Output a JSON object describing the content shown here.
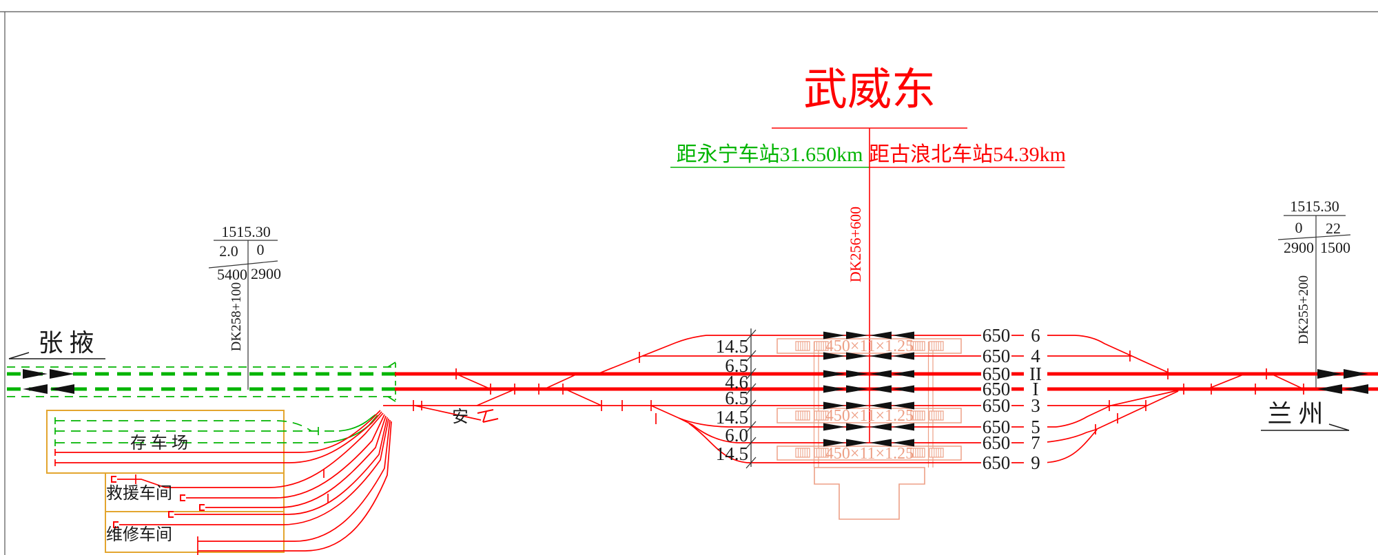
{
  "station": {
    "name": "武威东",
    "center_mileage": "DK256+600",
    "left_distance_label": "距永宁车站31.650km",
    "right_distance_label": "距古浪北车站54.39km"
  },
  "directions": {
    "left": "张 掖",
    "right": "兰 州"
  },
  "mileage_markers": {
    "left": {
      "elevation": "1515.30",
      "grade1": "2.0",
      "grade2": "0",
      "length1": "5400",
      "length2": "2900",
      "mileage": "DK258+100"
    },
    "right": {
      "elevation": "1515.30",
      "grade1": "0",
      "grade2": "22",
      "length1": "2900",
      "length2": "1500",
      "mileage": "DK255+200"
    }
  },
  "track_spacings": [
    "14.5",
    "6.5",
    "4.6",
    "6.5",
    "14.5",
    "6.0",
    "14.5"
  ],
  "tracks": [
    {
      "length": "650",
      "number": "6"
    },
    {
      "length": "650",
      "number": "4"
    },
    {
      "length": "650",
      "number": "II"
    },
    {
      "length": "650",
      "number": "I"
    },
    {
      "length": "650",
      "number": "3"
    },
    {
      "length": "650",
      "number": "5"
    },
    {
      "length": "650",
      "number": "7"
    },
    {
      "length": "650",
      "number": "9"
    }
  ],
  "platforms": {
    "size_label": "450×11×1.25"
  },
  "yard": {
    "storage": "存 车 场",
    "rescue": "救援车间",
    "maintenance": "维修车间"
  },
  "safety_label": "安",
  "colors": {
    "track_red": "#fe0000",
    "future_green": "#00b400",
    "platform_salmon": "#ed9f85",
    "yard_orange": "#e3a52e",
    "text_black": "#1a1a1a"
  }
}
